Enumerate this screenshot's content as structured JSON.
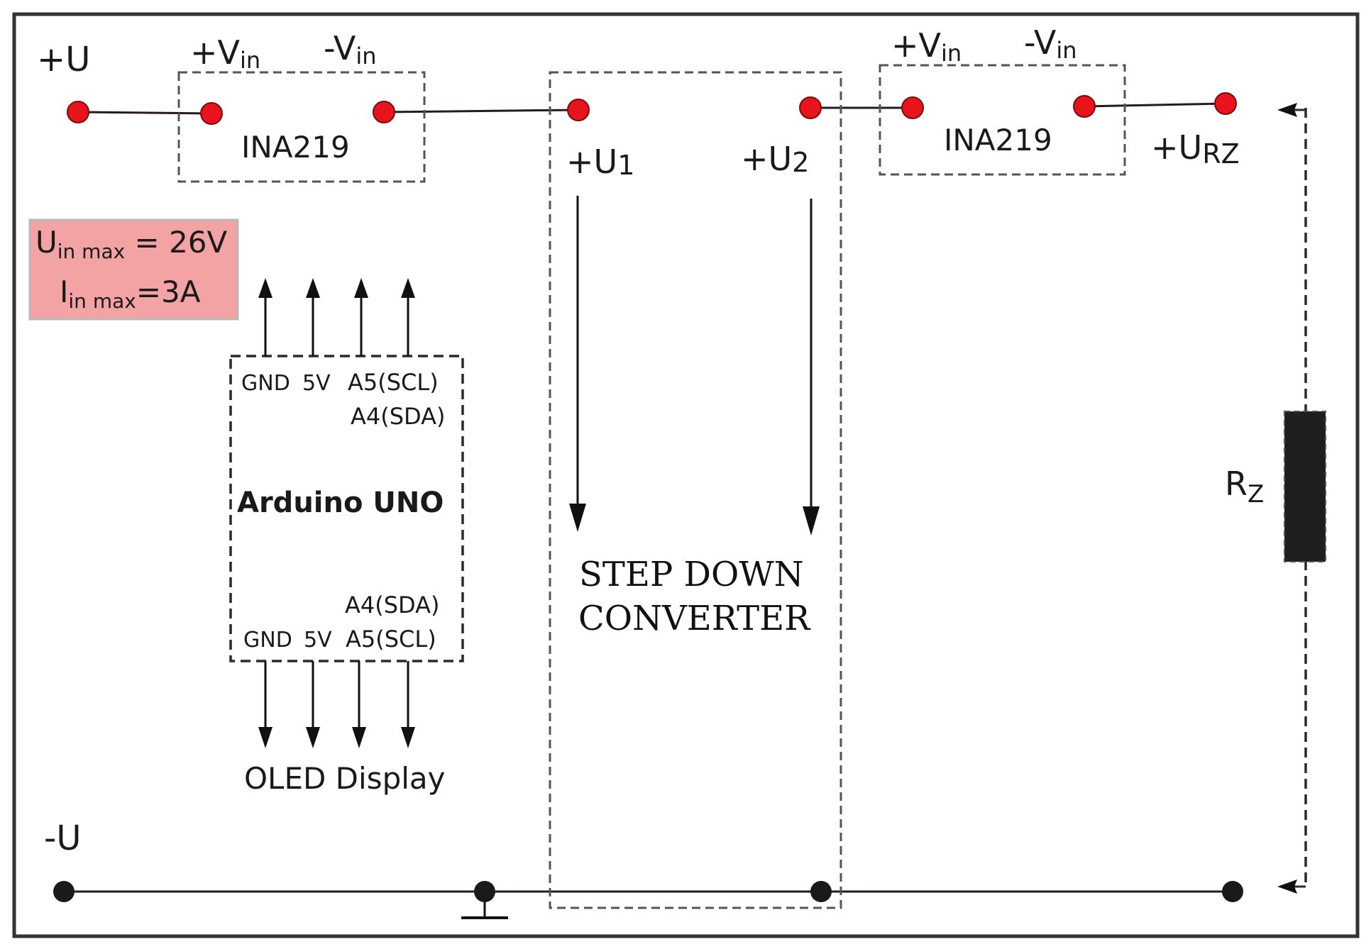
{
  "diagram": {
    "terminals": {
      "plus_u": "+U",
      "minus_u": "-U",
      "plus_u1": "+U",
      "plus_u1_sub": "1",
      "plus_u2": "+U",
      "plus_u2_sub": "2",
      "plus_urz": "+U",
      "plus_urz_sub": "RZ"
    },
    "ina219_left": {
      "name": "INA219",
      "pin_plus": "+V",
      "pin_minus": "-V",
      "pin_sub": "in"
    },
    "ina219_right": {
      "name": "INA219",
      "pin_plus": "+V",
      "pin_minus": "-V",
      "pin_sub": "in"
    },
    "limits": {
      "u_base": "U",
      "u_sub": "in max",
      "u_value": " = 26V",
      "i_base": "I",
      "i_sub": "in max",
      "i_value": "=3A",
      "bg_color": "#f4a3a5"
    },
    "arduino": {
      "name": "Arduino UNO",
      "top_pins": {
        "gnd": "GND",
        "v5": "5V",
        "scl": "A5(SCL)",
        "sda": "A4(SDA)"
      },
      "bottom_pins": {
        "gnd": "GND",
        "v5": "5V",
        "sda": "A4(SDA)",
        "scl": "A5(SCL)"
      }
    },
    "oled": "OLED Display",
    "converter": {
      "line1": "STEP DOWN",
      "line2": "CONVERTER"
    },
    "load": {
      "base": "R",
      "sub": "Z"
    },
    "colors": {
      "node_positive": "#e8141b",
      "node_ground": "#1a1a1a"
    }
  }
}
